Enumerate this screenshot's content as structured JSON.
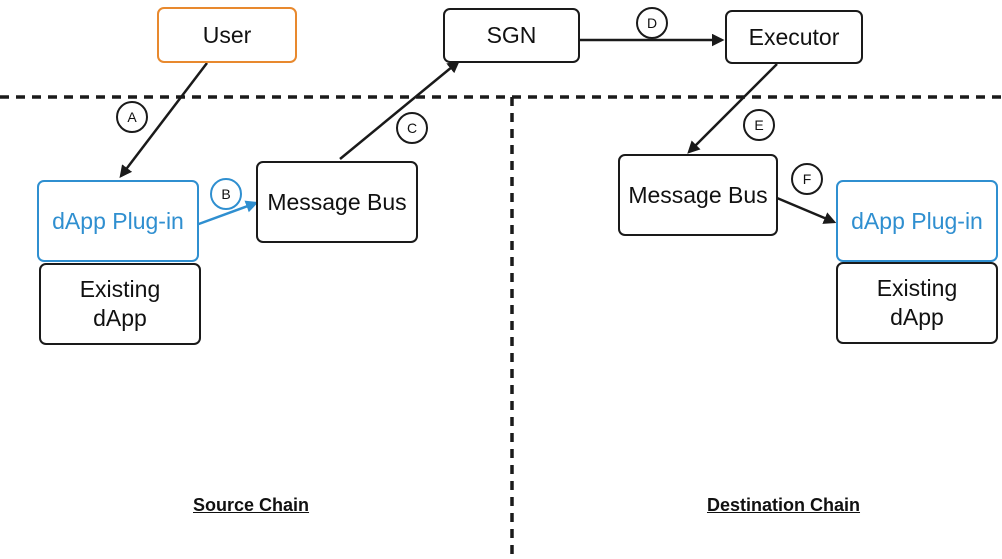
{
  "nodes": {
    "user": "User",
    "sgn": "SGN",
    "executor": "Executor",
    "source_plugin": "dApp Plug-in",
    "source_dapp": "Existing\ndApp",
    "source_bus": "Message Bus",
    "dest_bus": "Message Bus",
    "dest_plugin": "dApp Plug-in",
    "dest_dapp": "Existing\ndApp"
  },
  "steps": {
    "a": "A",
    "b": "B",
    "c": "C",
    "d": "D",
    "e": "E",
    "f": "F"
  },
  "sections": {
    "source": "Source Chain",
    "destination": "Destination Chain"
  },
  "colors": {
    "user_border": "#e8892e",
    "plugin_accent": "#2f8fd0",
    "line": "#1a1a1a"
  }
}
